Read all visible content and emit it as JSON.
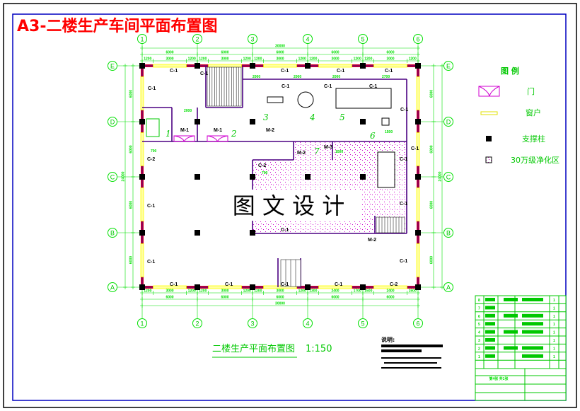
{
  "title": "A3-二楼生产车间平面布置图",
  "colors": {
    "title": "#ff0000",
    "grid": "#00e000",
    "wall": "#4b0082",
    "wall_fill": "#d0002a",
    "window": "#ffff00",
    "door": "#d000d0",
    "column": "#000000",
    "frame": "#0000c0"
  },
  "axes": {
    "columns": [
      "1",
      "2",
      "3",
      "4",
      "5",
      "6"
    ],
    "rows": [
      "E",
      "D",
      "C",
      "B",
      "A"
    ]
  },
  "dimensions": {
    "top_total": "30000",
    "top_bays": [
      "6000",
      "6000",
      "6000",
      "6000",
      "6000"
    ],
    "top_segments": [
      "1200",
      "3000",
      "1200",
      "1200",
      "3000",
      "1200",
      "1200",
      "3000",
      "1200",
      "1200",
      "3000",
      "1200",
      "1200",
      "3000",
      "1200"
    ],
    "bottom_segments": [
      "1200",
      "3000",
      "1200",
      "1200",
      "3000",
      "1200",
      "1200",
      "3000",
      "1200",
      "1300",
      "2400",
      "1700",
      "1500",
      "2400",
      "1500"
    ],
    "bottom_bays": [
      "6000",
      "6000",
      "6000",
      "6000",
      "6000"
    ],
    "bottom_total": "30000",
    "side_bays": [
      "6000",
      "6000",
      "6000",
      "6000"
    ],
    "side_total": "24000",
    "inner": [
      "2000",
      "2000",
      "2000",
      "2700",
      "2000",
      "700",
      "1000",
      "700",
      "1500"
    ]
  },
  "plan_labels": {
    "windows": [
      "C-1",
      "C-1",
      "C-1",
      "C-1",
      "C-1",
      "C-1",
      "C-1",
      "C-1",
      "C-1",
      "C-1",
      "C-2",
      "C-1",
      "C-1",
      "C-1",
      "C-1",
      "C-1",
      "C-1",
      "C-1",
      "C-1",
      "C-1",
      "C-2",
      "C-2",
      "C-1",
      "C-1"
    ],
    "doors": [
      "M-1",
      "M-1",
      "M-2",
      "M-2",
      "M-3",
      "M-2"
    ],
    "room_numbers": [
      "1",
      "2",
      "3",
      "4",
      "5",
      "6",
      "7"
    ]
  },
  "watermark": "图 文 设 计",
  "legend": {
    "title": "图 例",
    "items": [
      {
        "icon": "door-icon",
        "label": "门"
      },
      {
        "icon": "window-icon",
        "label": "窗户"
      },
      {
        "icon": "column-icon",
        "label": "支撑柱"
      },
      {
        "icon": "cleanroom-icon",
        "label": "30万级净化区"
      }
    ]
  },
  "drawing_caption": {
    "name": "二楼生产平面布置图",
    "scale": "1:150"
  },
  "notes": {
    "heading": "说明:"
  },
  "title_block": {
    "row_numbers": [
      "8",
      "7",
      "6",
      "5",
      "4",
      "3",
      "2",
      "1"
    ],
    "quantities": [
      "1",
      "1",
      "1",
      "1",
      "1",
      "1",
      "1",
      "1"
    ],
    "sheet": "第4张 共1张"
  }
}
